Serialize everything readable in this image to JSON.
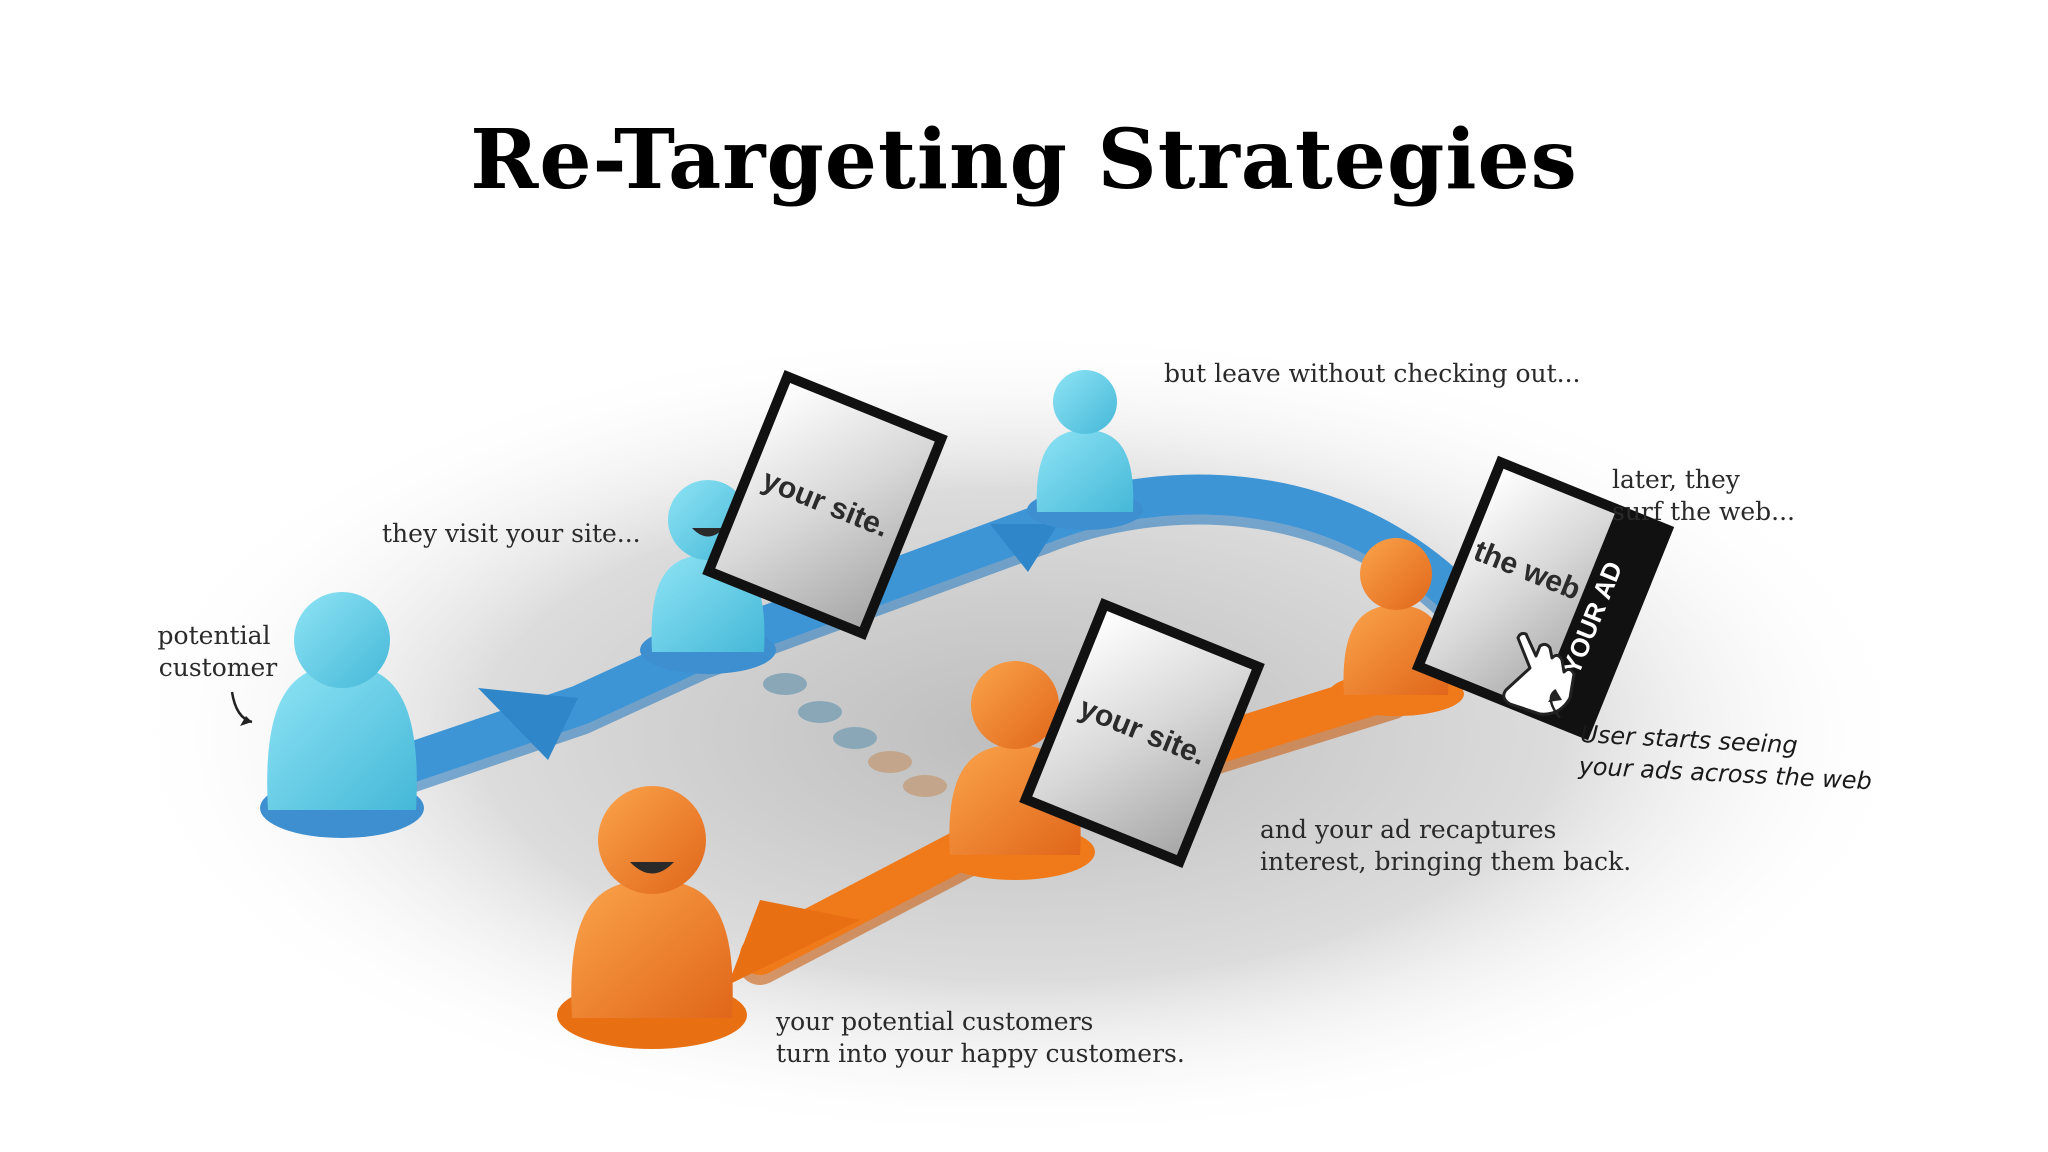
{
  "title": "Re-Targeting Strategies",
  "labels": {
    "potential_customer": [
      "potential",
      "customer"
    ],
    "visit_site": "they visit your site...",
    "leave": "but leave without checking out...",
    "surf": [
      "later, they",
      "surf the web..."
    ],
    "handwritten_note": [
      "User starts seeing",
      "your ads across the web"
    ],
    "recapture": [
      "and your ad recaptures",
      "interest, bringing them back."
    ],
    "happy": [
      "your potential customers",
      "turn into your happy customers."
    ]
  },
  "screens": {
    "site_top": "your site.",
    "site_bottom": "your site.",
    "web": "the web",
    "ad": "YOUR AD"
  },
  "colors": {
    "blue_figure": "#6fd3ea",
    "blue_path": "#3d95d6",
    "orange_figure": "#f58a2a",
    "orange_path": "#f07a1a"
  }
}
